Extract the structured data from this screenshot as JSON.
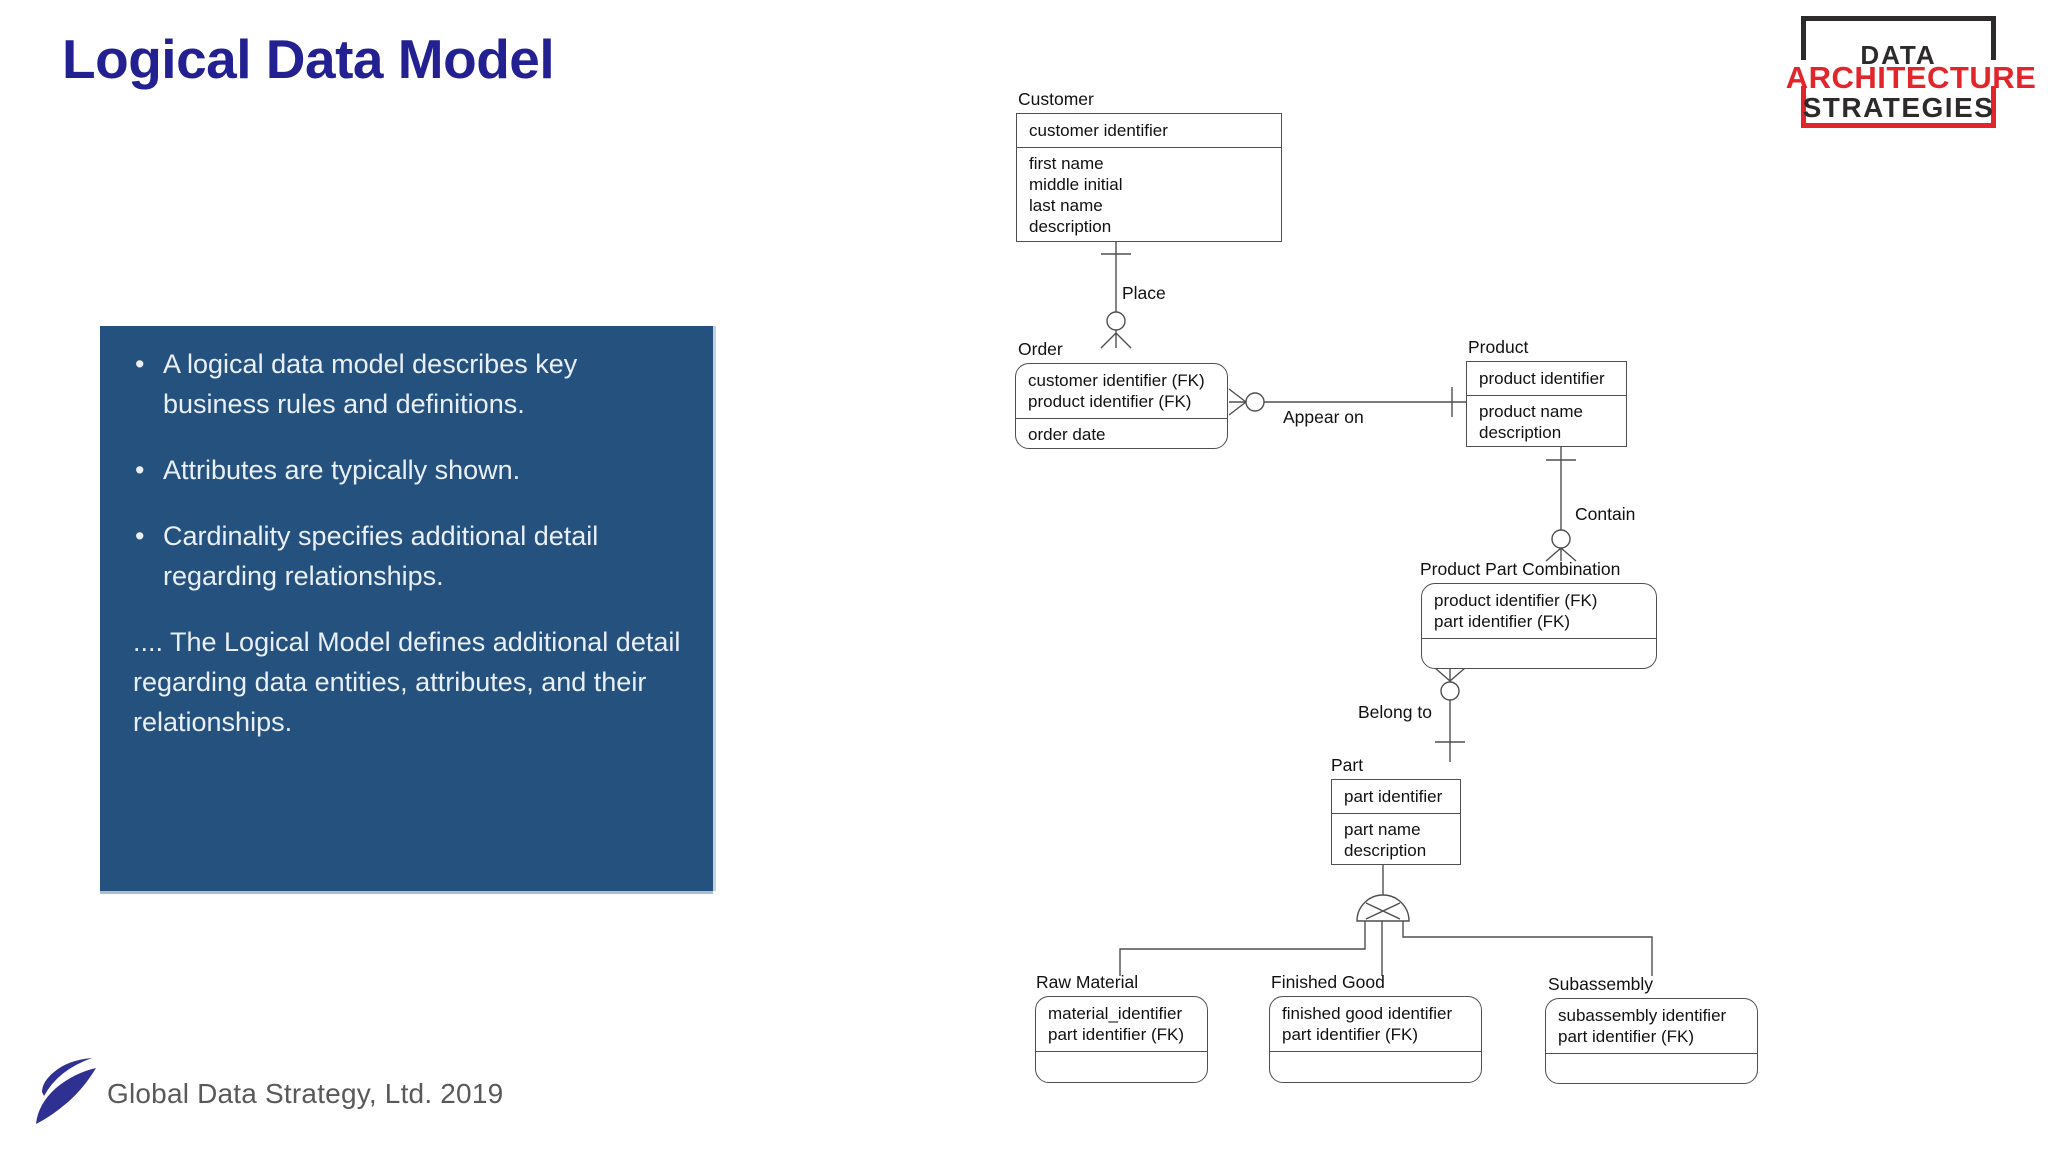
{
  "title": "Logical Data Model",
  "logo": {
    "line1": "DATA",
    "line2": "ARCHITECTURE",
    "line3": "STRATEGIES"
  },
  "panel": {
    "bullets": [
      "A logical data model describes key business rules and definitions.",
      "Attributes are typically shown.",
      "Cardinality specifies additional detail regarding relationships."
    ],
    "closing": ".... The Logical Model defines additional detail regarding data entities, attributes, and their relationships."
  },
  "footer": {
    "text": "Global Data Strategy, Ltd. 2019"
  },
  "colors": {
    "accent_blue": "#25517E",
    "panel_text": "#E9EFF6",
    "title_blue": "#232091",
    "logo_red": "#E1252B",
    "logo_dark": "#2D2A2B",
    "logo_indigo": "#2E3192",
    "line_gray": "#4F4F4F",
    "footer_gray": "#595959"
  },
  "diagram": {
    "entities": [
      {
        "name": "Customer",
        "shape": "square",
        "keys": [
          "customer identifier"
        ],
        "attrs": [
          "first name",
          "middle initial",
          "last name",
          "description"
        ]
      },
      {
        "name": "Order",
        "shape": "rounded",
        "keys": [
          "customer identifier (FK)",
          "product identifier (FK)"
        ],
        "attrs": [
          "order date"
        ]
      },
      {
        "name": "Product",
        "shape": "square",
        "keys": [
          "product identifier"
        ],
        "attrs": [
          "product name",
          "description"
        ]
      },
      {
        "name": "Product Part Combination",
        "shape": "rounded",
        "keys": [
          "product identifier (FK)",
          "part identifier (FK)"
        ],
        "attrs": []
      },
      {
        "name": "Part",
        "shape": "square",
        "keys": [
          "part identifier"
        ],
        "attrs": [
          "part name",
          "description"
        ]
      },
      {
        "name": "Raw Material",
        "shape": "rounded",
        "keys": [
          "material_identifier",
          "part identifier (FK)"
        ],
        "attrs": []
      },
      {
        "name": "Finished Good",
        "shape": "rounded",
        "keys": [
          "finished good identifier",
          "part identifier (FK)"
        ],
        "attrs": []
      },
      {
        "name": "Subassembly",
        "shape": "rounded",
        "keys": [
          "subassembly identifier",
          "part identifier (FK)"
        ],
        "attrs": []
      }
    ],
    "relationships": [
      {
        "label": "Place"
      },
      {
        "label": "Appear on"
      },
      {
        "label": "Contain"
      },
      {
        "label": "Belong to"
      }
    ]
  }
}
